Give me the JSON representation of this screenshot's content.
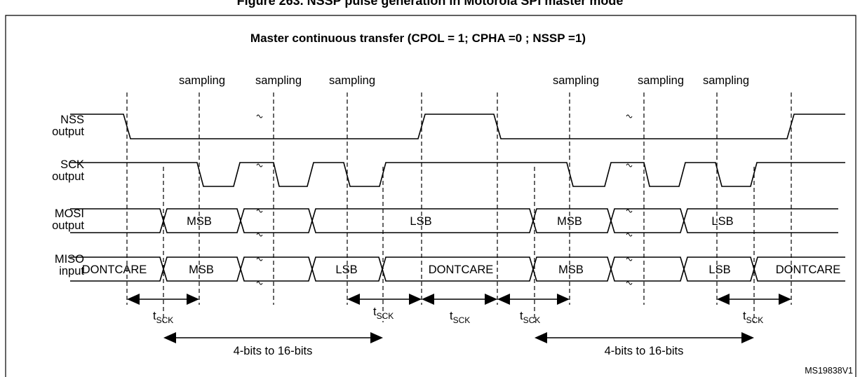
{
  "figure": {
    "title": "Figure 263. NSSP pulse generation in Motorola SPI master mode",
    "subtitle": "Master continuous transfer (CPOL = 1; CPHA =0 ; NSSP =1)",
    "id_label": "MS19838V1"
  },
  "signals": {
    "nss": {
      "name": "NSS",
      "kind": "output"
    },
    "sck": {
      "name": "SCK",
      "kind": "output"
    },
    "mosi": {
      "name": "MOSI",
      "kind": "output"
    },
    "miso": {
      "name": "MISO",
      "kind": "input"
    }
  },
  "sampling_label": "sampling",
  "bus_labels": {
    "msb": "MSB",
    "lsb": "LSB",
    "dontcare": "DONTCARE"
  },
  "timing": {
    "t_main": "t",
    "t_sub": "SCK",
    "range_label": "4-bits to 16-bits"
  }
}
